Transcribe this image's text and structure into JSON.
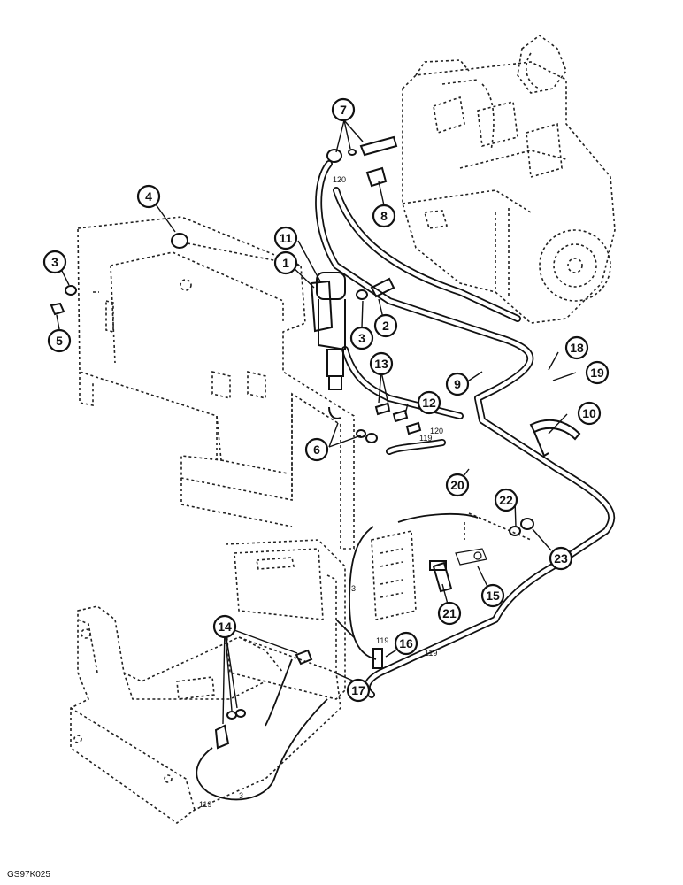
{
  "figure_code": "GS97K025",
  "callouts": [
    {
      "id": "c1",
      "label": "1"
    },
    {
      "id": "c2",
      "label": "2"
    },
    {
      "id": "c3a",
      "label": "3"
    },
    {
      "id": "c3b",
      "label": "3"
    },
    {
      "id": "c4",
      "label": "4"
    },
    {
      "id": "c5",
      "label": "5"
    },
    {
      "id": "c6",
      "label": "6"
    },
    {
      "id": "c7",
      "label": "7"
    },
    {
      "id": "c8",
      "label": "8"
    },
    {
      "id": "c9",
      "label": "9"
    },
    {
      "id": "c10",
      "label": "10"
    },
    {
      "id": "c11",
      "label": "11"
    },
    {
      "id": "c12",
      "label": "12"
    },
    {
      "id": "c13",
      "label": "13"
    },
    {
      "id": "c14",
      "label": "14"
    },
    {
      "id": "c15",
      "label": "15"
    },
    {
      "id": "c16",
      "label": "16"
    },
    {
      "id": "c17",
      "label": "17"
    },
    {
      "id": "c18",
      "label": "18"
    },
    {
      "id": "c19",
      "label": "19"
    },
    {
      "id": "c20",
      "label": "20"
    },
    {
      "id": "c21",
      "label": "21"
    },
    {
      "id": "c22",
      "label": "22"
    },
    {
      "id": "c23",
      "label": "23"
    }
  ],
  "wire_labels": {
    "w120a": "120",
    "w120b": "120",
    "w119a": "119",
    "w119b": "119",
    "w119c": "119",
    "w119d": "119",
    "w3a": "3",
    "w3b": "3"
  }
}
